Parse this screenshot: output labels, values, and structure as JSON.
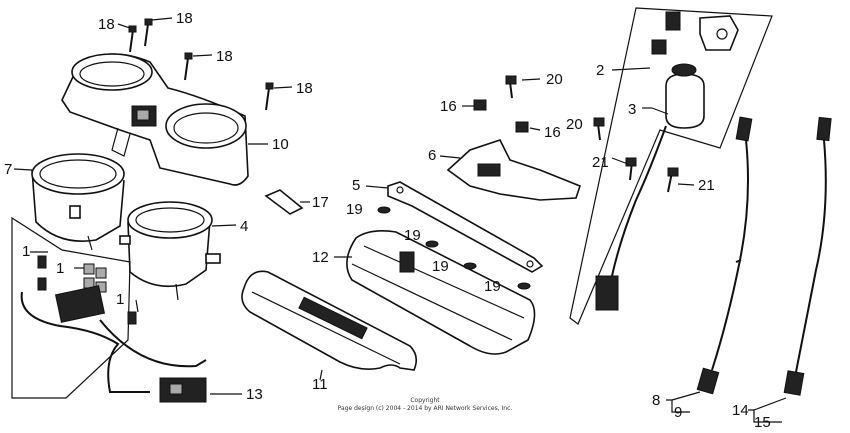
{
  "callouts": {
    "c1a": "1",
    "c1b": "1",
    "c1c": "1",
    "c2": "2",
    "c3": "3",
    "c4": "4",
    "c5": "5",
    "c6": "6",
    "c7": "7",
    "c8": "8",
    "c9": "9",
    "c10": "10",
    "c11": "11",
    "c12": "12",
    "c13": "13",
    "c14": "14",
    "c15": "15",
    "c16a": "16",
    "c16b": "16",
    "c17": "17",
    "c18a": "18",
    "c18b": "18",
    "c18c": "18",
    "c18d": "18",
    "c19a": "19",
    "c19b": "19",
    "c19c": "19",
    "c19d": "19",
    "c20a": "20",
    "c20b": "20",
    "c21a": "21",
    "c21b": "21"
  },
  "copyright": {
    "line1": "Copyright",
    "line2": "Page design (c) 2004 - 2014 by ARI Network Services, Inc."
  }
}
